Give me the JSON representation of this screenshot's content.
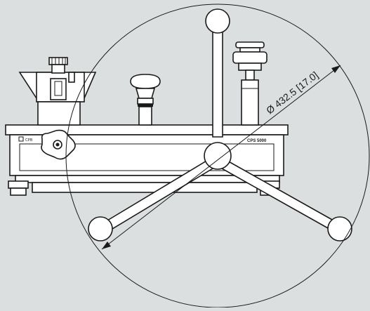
{
  "dimension": {
    "value": "Ø 432.5 [17.0]"
  },
  "labels": {
    "model": "CPS 5000",
    "panel_marking": "CPB"
  },
  "colors": {
    "background": "#dcdfe0",
    "line": "#1a1a1a",
    "fill": "#ffffff"
  }
}
